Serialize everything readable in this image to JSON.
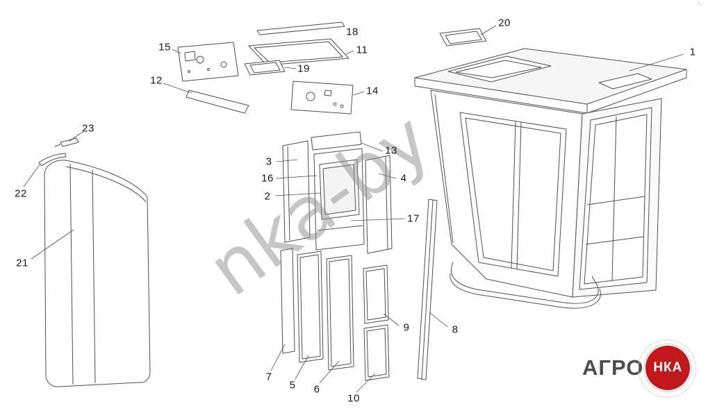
{
  "page": {
    "background": "#ffffff"
  },
  "watermark": {
    "text": "nka-by",
    "color": "#8f8f8f"
  },
  "corner_mark": {
    "text": "·”·"
  },
  "logo": {
    "left_text": "АГРО",
    "circle_text": "НКА",
    "circle_color": "#c0181c",
    "text_color": "#4c4c4c"
  },
  "diagram": {
    "type": "exploded-parts-diagram",
    "subject": "tractor cab assembly drawing",
    "callouts": [
      {
        "label": "1"
      },
      {
        "label": "2"
      },
      {
        "label": "3"
      },
      {
        "label": "4"
      },
      {
        "label": "5"
      },
      {
        "label": "6"
      },
      {
        "label": "7"
      },
      {
        "label": "8"
      },
      {
        "label": "9"
      },
      {
        "label": "10"
      },
      {
        "label": "11"
      },
      {
        "label": "12"
      },
      {
        "label": "13"
      },
      {
        "label": "14"
      },
      {
        "label": "15"
      },
      {
        "label": "16"
      },
      {
        "label": "17"
      },
      {
        "label": "18"
      },
      {
        "label": "19"
      },
      {
        "label": "20"
      },
      {
        "label": "21"
      },
      {
        "label": "22"
      },
      {
        "label": "23"
      }
    ]
  }
}
